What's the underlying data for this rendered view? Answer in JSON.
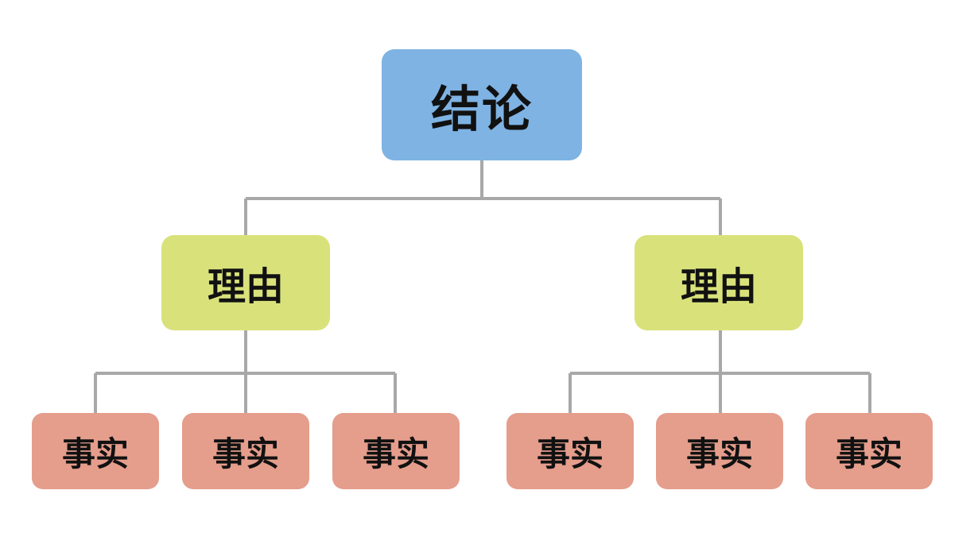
{
  "colors": {
    "conclusion": "#7eb3e3",
    "reason": "#d9e27a",
    "fact": "#e59d8c",
    "connector": "#a8a8a8"
  },
  "conclusion": {
    "label": "结论"
  },
  "reasons": [
    {
      "label": "理由",
      "facts": [
        {
          "label": "事实"
        },
        {
          "label": "事实"
        },
        {
          "label": "事实"
        }
      ]
    },
    {
      "label": "理由",
      "facts": [
        {
          "label": "事实"
        },
        {
          "label": "事实"
        },
        {
          "label": "事实"
        }
      ]
    }
  ]
}
